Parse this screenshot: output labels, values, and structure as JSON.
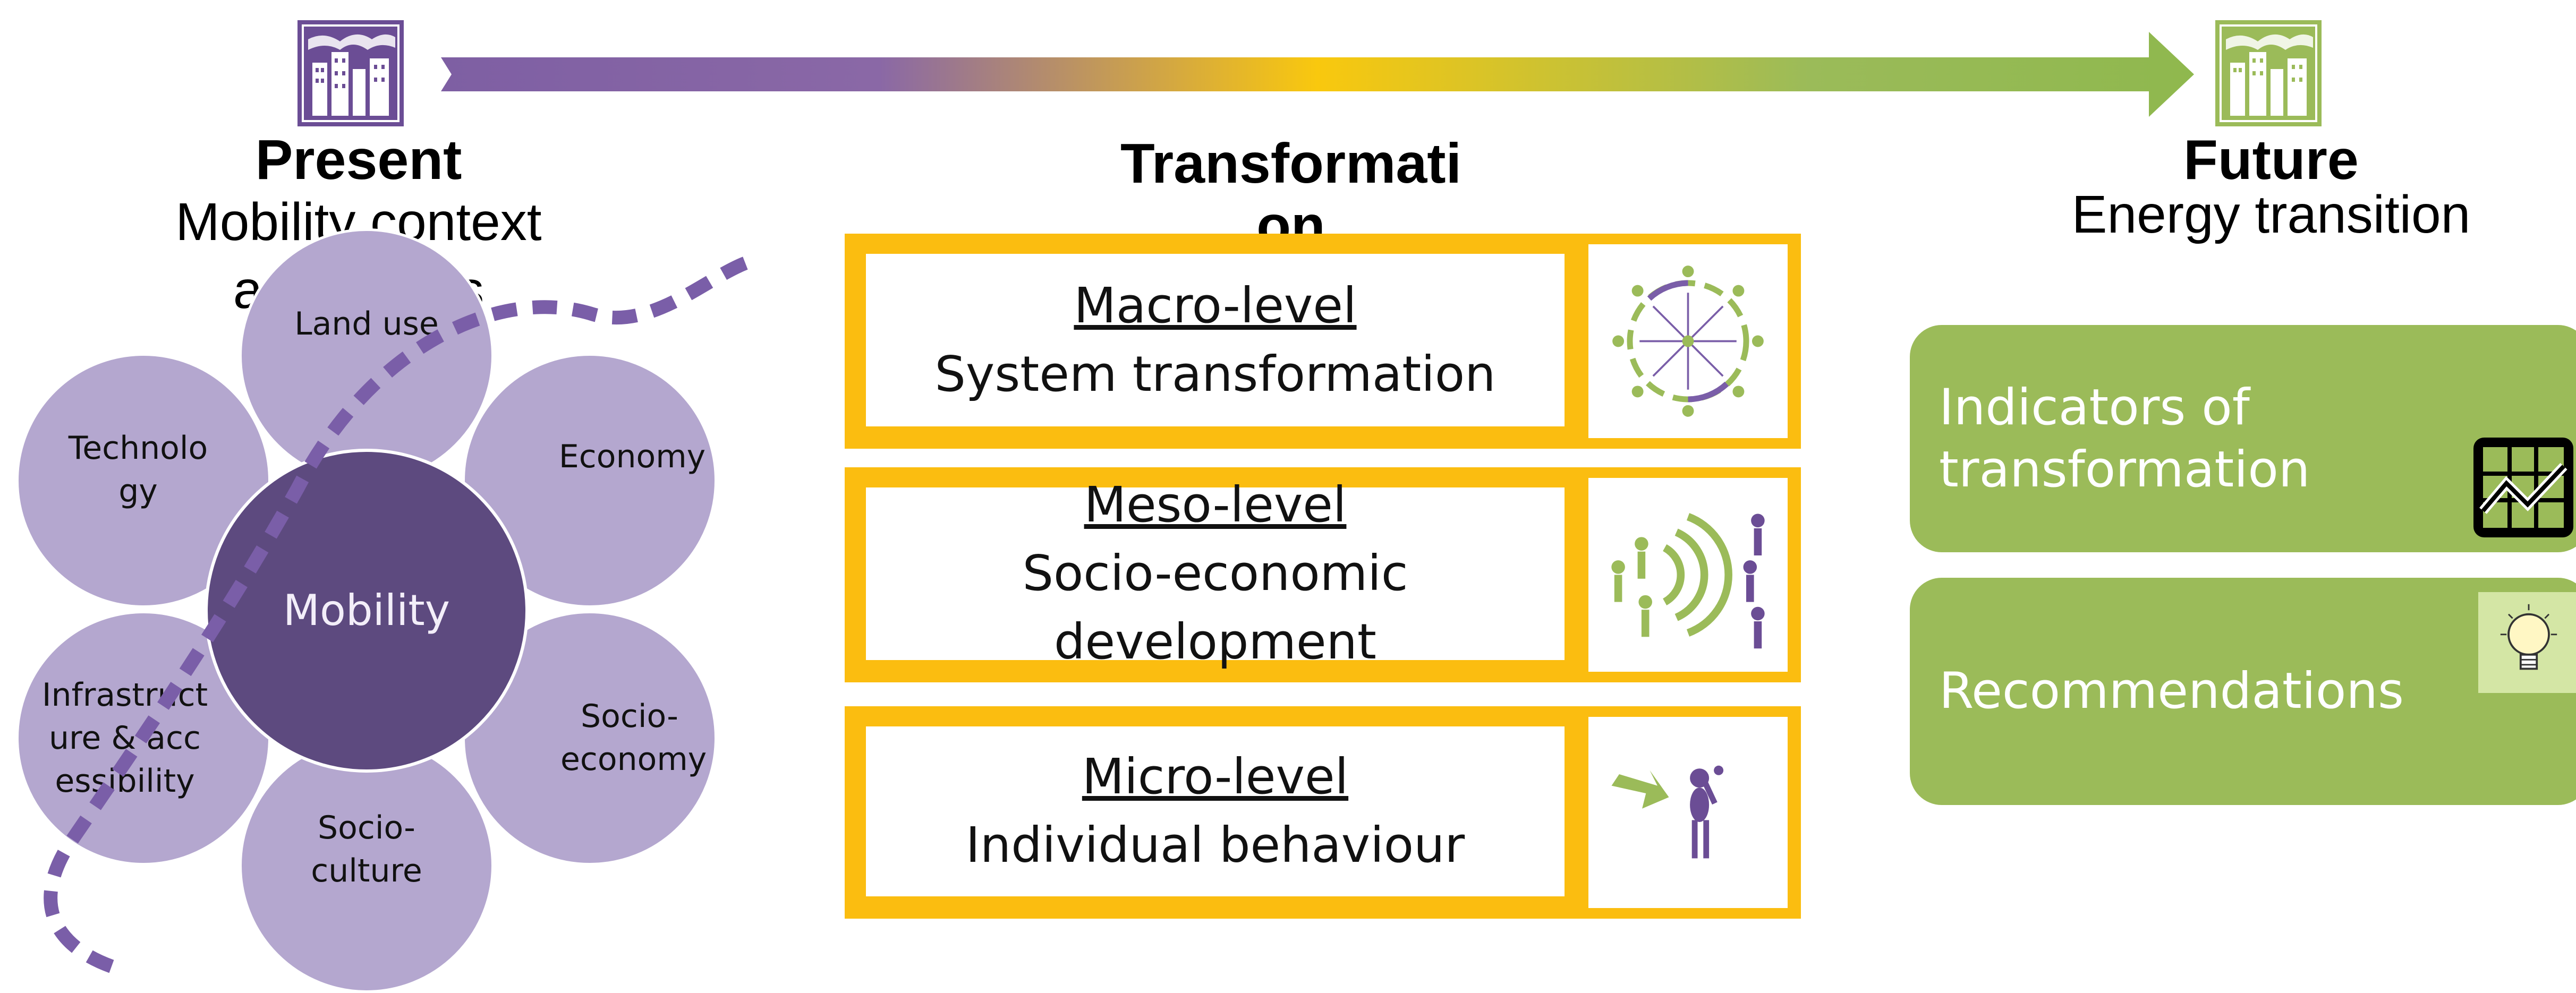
{
  "present": {
    "heading": "Present",
    "subheading": "Mobility context and trends"
  },
  "transformation": {
    "heading": "Transformation"
  },
  "future": {
    "heading": "Future",
    "subheading": "Energy transition"
  },
  "mobility_circles": {
    "center": "Mobility",
    "land_use": "Land use",
    "technology": "Technology",
    "economy": "Economy",
    "infrastructure": "Infrastructure & accessibility",
    "socio_economy": "Socio-economy",
    "socio_culture": "Socio-culture"
  },
  "levels": [
    {
      "title": "Macro-level",
      "subtitle": "System transformation"
    },
    {
      "title": "Meso-level",
      "subtitle": "Socio-economic development"
    },
    {
      "title": "Micro-level",
      "subtitle": "Individual behaviour"
    }
  ],
  "future_boxes": {
    "indicators": "Indicators of transformation",
    "recommendations": "Recommendations"
  },
  "colors": {
    "purple_dark": "#5d4a7f",
    "purple_light": "#b4a7cf",
    "gold": "#fbbd10",
    "green": "#9bbb59",
    "arrow_gradient": [
      "#7e5fa3",
      "#f9c80e",
      "#8fb84e"
    ]
  }
}
